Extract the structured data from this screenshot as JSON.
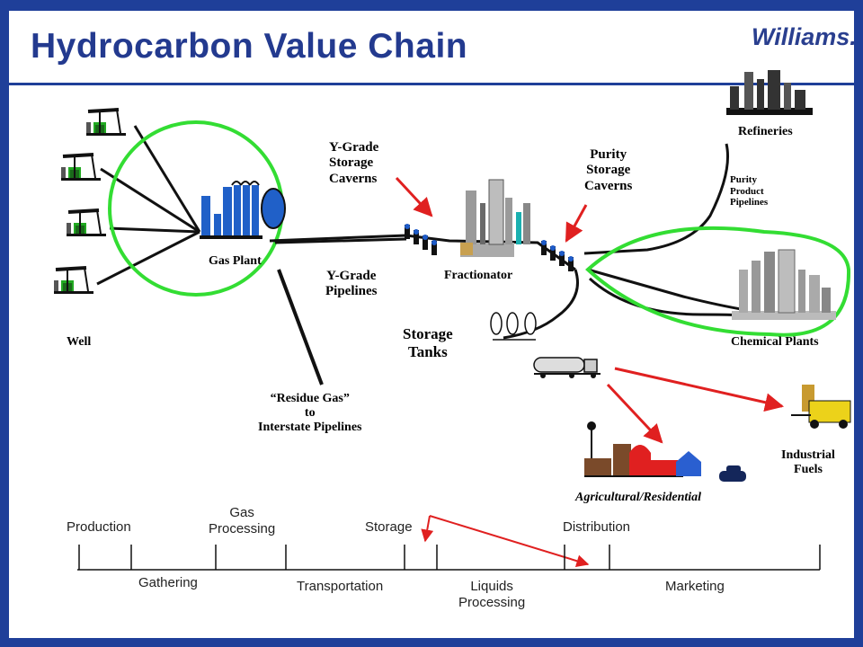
{
  "title": "Hydrocarbon Value Chain",
  "logo": "Williams.",
  "colors": {
    "frame": "#1f3f99",
    "title": "#233a8f",
    "circle": "#33dd33",
    "arrow": "#e02020"
  },
  "labels": {
    "well": "Well",
    "gas_plant": "Gas Plant",
    "ygrade_caverns": "Y-Grade\nStorage\nCaverns",
    "ygrade_pipelines": "Y-Grade\nPipelines",
    "fractionator": "Fractionator",
    "purity_caverns": "Purity\nStorage\nCaverns",
    "refineries": "Refineries",
    "purity_pipelines": "Purity\nProduct\nPipelines",
    "chemical_plants": "Chemical Plants",
    "storage_tanks": "Storage\nTanks",
    "residue_gas": "“Residue Gas”\nto\nInterstate Pipelines",
    "industrial_fuels": "Industrial\nFuels",
    "agricultural": "Agricultural/Residential"
  },
  "timeline": {
    "top": [
      "Production",
      "Gas\nProcessing",
      "Storage",
      "Distribution"
    ],
    "bottom": [
      "Gathering",
      "Transportation",
      "Liquids\nProcessing",
      "Marketing"
    ]
  },
  "icons": [
    "oil-pump-icon",
    "gas-plant-icon",
    "cavern-icon",
    "fractionator-icon",
    "refinery-icon",
    "chemical-plant-icon",
    "storage-tank-icon",
    "truck-icon",
    "farm-icon",
    "house-icon",
    "car-icon",
    "forklift-icon"
  ]
}
